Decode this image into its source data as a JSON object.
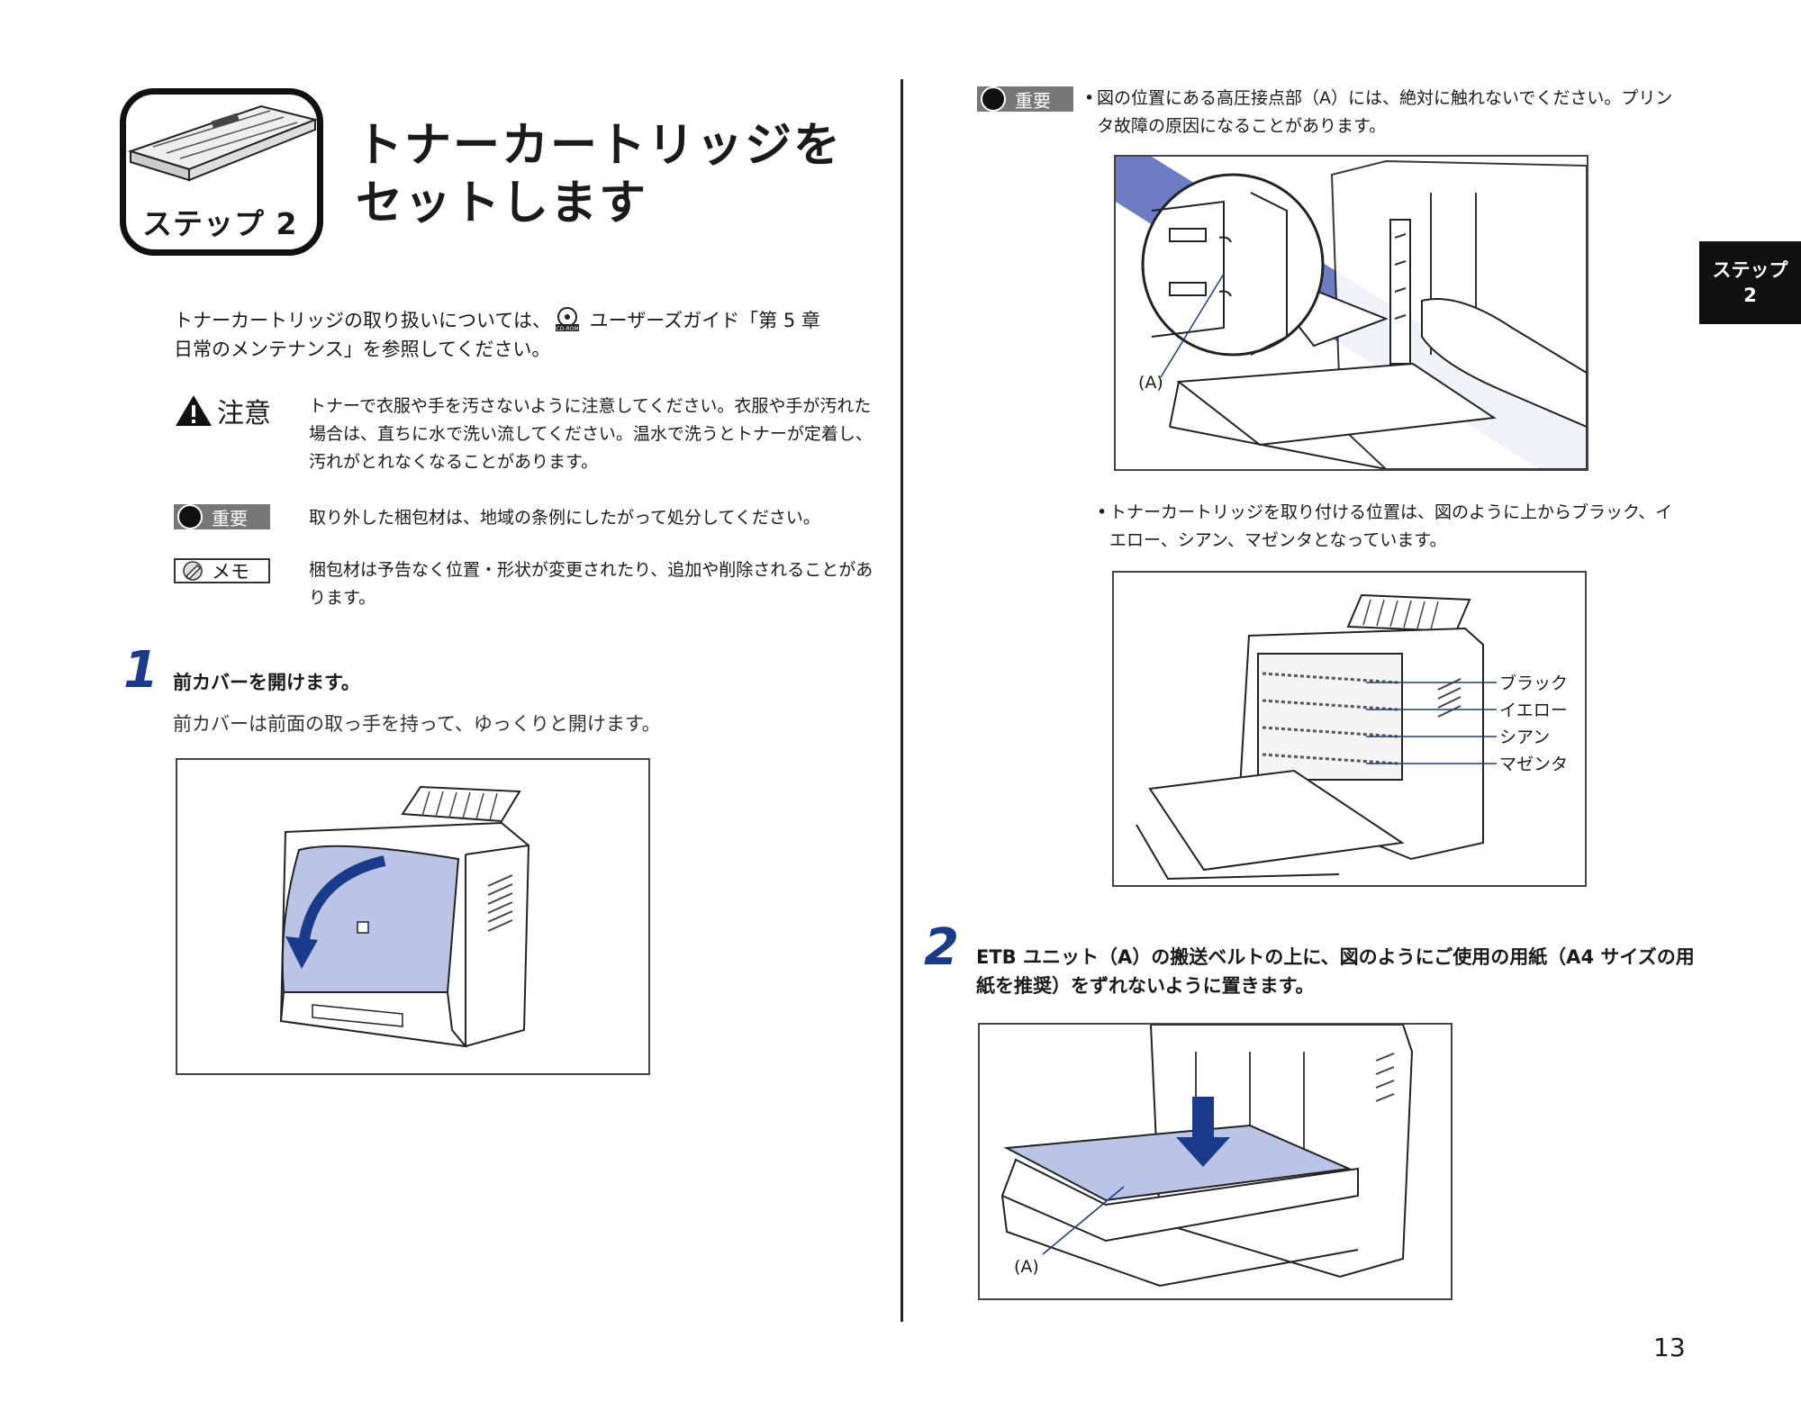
{
  "header": {
    "step_badge": "ステップ 2",
    "title": "トナーカートリッジを\nセットします"
  },
  "intro": {
    "text_before_icon": "トナーカートリッジの取り扱いについては、",
    "text_after_icon": " ユーザーズガイド「第 5 章",
    "line2": "日常のメンテナンス」を参照してください。"
  },
  "notices": {
    "caution_label": "注意",
    "caution_text": "トナーで衣服や手を汚さないように注意してください。衣服や手が汚れた場合は、直ちに水で洗い流してください。温水で洗うとトナーが定着し、汚れがとれなくなることがあります。",
    "important_label": "重要",
    "important_text": "取り外した梱包材は、地域の条例にしたがって処分してください。",
    "memo_label": "メモ",
    "memo_text": "梱包材は予告なく位置・形状が変更されたり、追加や削除されることがあります。"
  },
  "step1": {
    "number": "1",
    "heading": "前カバーを開けます。",
    "text": "前カバーは前面の取っ手を持って、ゆっくりと開けます。"
  },
  "right": {
    "important_label": "重要",
    "bullet1": "図の位置にある高圧接点部（A）には、絶対に触れないでください。プリンタ故障の原因になることがあります。",
    "fig1_callout": "(A)",
    "bullet2": "トナーカートリッジを取り付ける位置は、図のように上からブラック、イエロー、シアン、マゼンタとなっています。",
    "colors": [
      "ブラック",
      "イエロー",
      "シアン",
      "マゼンタ"
    ]
  },
  "step2": {
    "number": "2",
    "heading": "ETB ユニット（A）の搬送ベルトの上に、図のようにご使用の用紙（A4 サイズの用紙を推奨）をずれないように置きます。",
    "callout": "(A)"
  },
  "side_tab": {
    "line1": "ステップ",
    "line2": "2"
  },
  "page_number": "13"
}
